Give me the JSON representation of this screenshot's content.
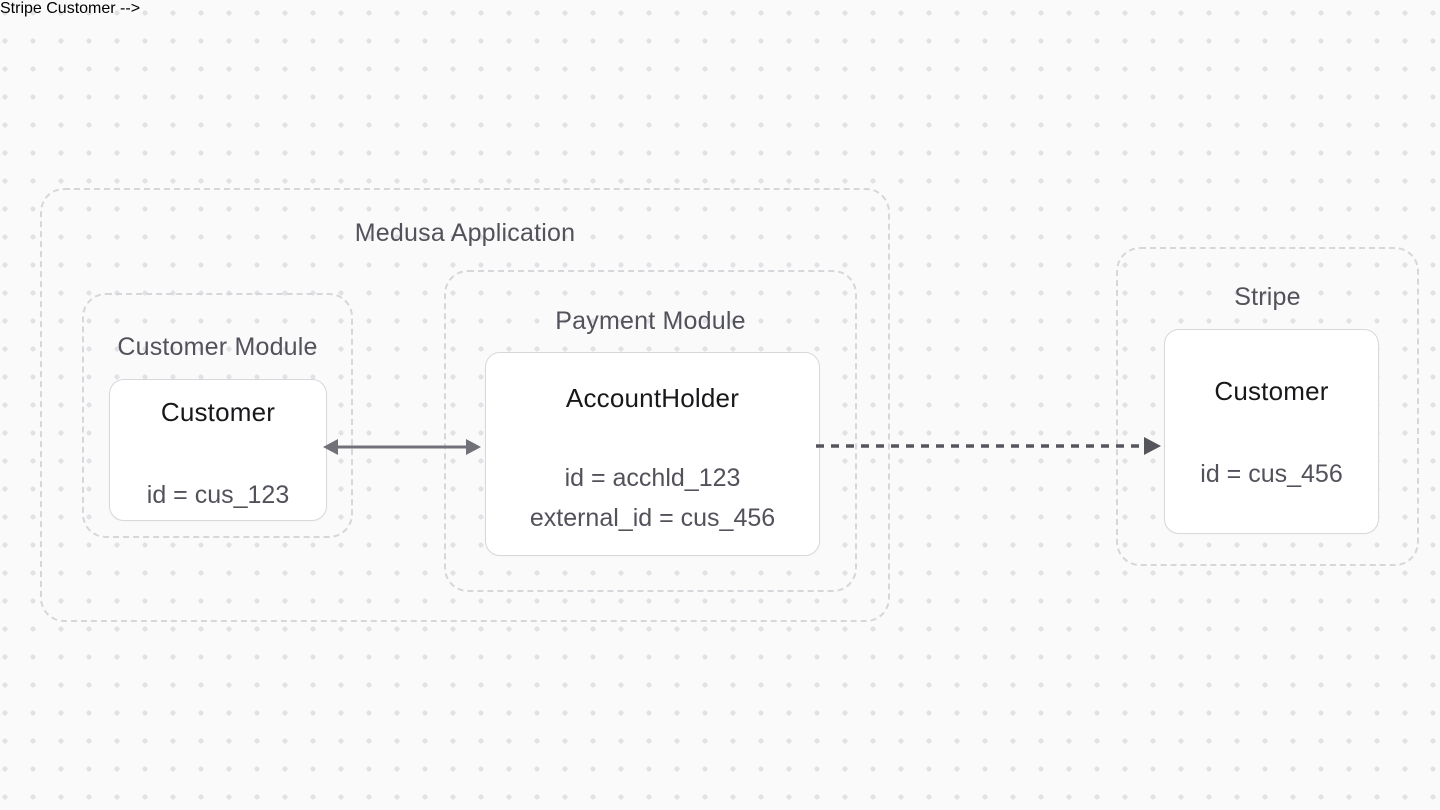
{
  "diagram": {
    "medusa_app": {
      "label": "Medusa Application",
      "customer_module": {
        "label": "Customer Module",
        "card": {
          "title": "Customer",
          "fields": [
            "id = cus_123"
          ]
        }
      },
      "payment_module": {
        "label": "Payment Module",
        "card": {
          "title": "AccountHolder",
          "fields": [
            "id = acchld_123",
            "external_id = cus_456"
          ]
        }
      }
    },
    "stripe": {
      "label": "Stripe",
      "card": {
        "title": "Customer",
        "fields": [
          "id = cus_456"
        ]
      }
    },
    "connections": [
      {
        "from": "customer-module-customer-card",
        "to": "payment-module-accountholder-card",
        "style": "solid",
        "direction": "bidirectional"
      },
      {
        "from": "payment-module-accountholder-card",
        "to": "stripe-customer-card",
        "style": "dashed",
        "direction": "forward"
      }
    ]
  },
  "colors": {
    "background": "#fafafa",
    "dot_grid": "#e2e2e6",
    "container_border": "#d7d7db",
    "card_border": "#d8d8dc",
    "card_background": "#ffffff",
    "group_label_text": "#52525b",
    "card_title_text": "#18181b",
    "card_field_text": "#52525b",
    "arrow_solid": "#71717a",
    "arrow_dashed": "#55555e"
  }
}
